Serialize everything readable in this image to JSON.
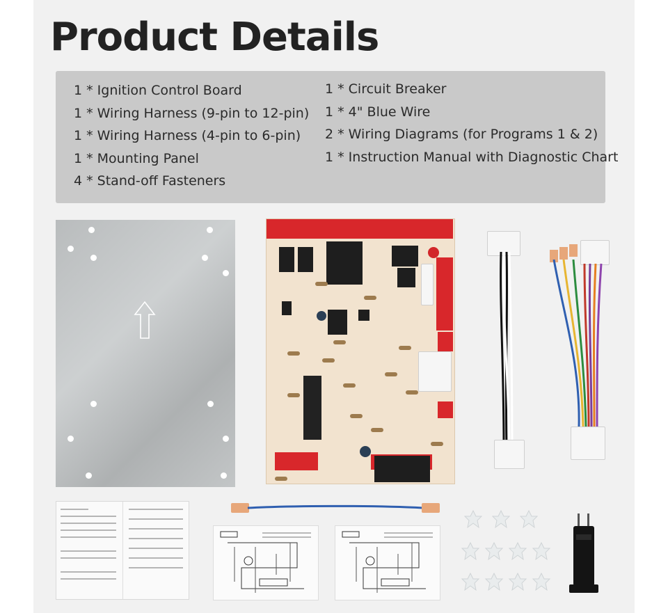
{
  "header": {
    "title": "Product Details"
  },
  "contents": {
    "left": [
      "1 * Ignition Control Board",
      "1 * Wiring Harness (9-pin to 12-pin)",
      "1 * Wiring Harness (4-pin to 6-pin)",
      "1 * Mounting Panel",
      "4 * Stand-off Fasteners"
    ],
    "right": [
      "1 * Circuit Breaker",
      "1 * 4\" Blue Wire",
      "2 * Wiring Diagrams (for Programs 1 & 2)",
      "1 * Instruction Manual with Diagnostic Chart"
    ]
  },
  "colors": {
    "background": "#f1f1f1",
    "list_box": "#c9c9c9",
    "board_red": "#d8272b",
    "board_base": "#f2e3cf",
    "wire_blue": "#2f5fb0"
  },
  "icons": [
    "mounting-panel",
    "ignition-control-board",
    "wiring-harness",
    "instruction-manual",
    "wiring-diagram",
    "blue-wire",
    "stand-off-fastener",
    "circuit-breaker"
  ]
}
